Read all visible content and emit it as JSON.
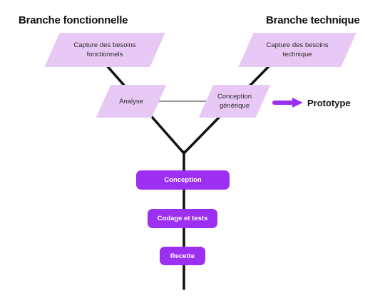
{
  "branches": {
    "functional_title": "Branche fonctionnelle",
    "technical_title": "Branche technique"
  },
  "nodes": {
    "capture_functional": "Capture des besoins\nfonctionnels",
    "capture_technical": "Capture des besoins\ntechnique",
    "analyse": "Analyse",
    "conception_generique": "Conception\ngénérique",
    "conception": "Conception",
    "codage_tests": "Codage et tests",
    "recette": "Recette"
  },
  "output": {
    "prototype": "Prototype"
  },
  "colors": {
    "para_fill": "#e8c8f5",
    "pill_fill": "#9d2ff0",
    "arrow": "#9d2ff0",
    "line": "#111111",
    "link": "#555555"
  }
}
